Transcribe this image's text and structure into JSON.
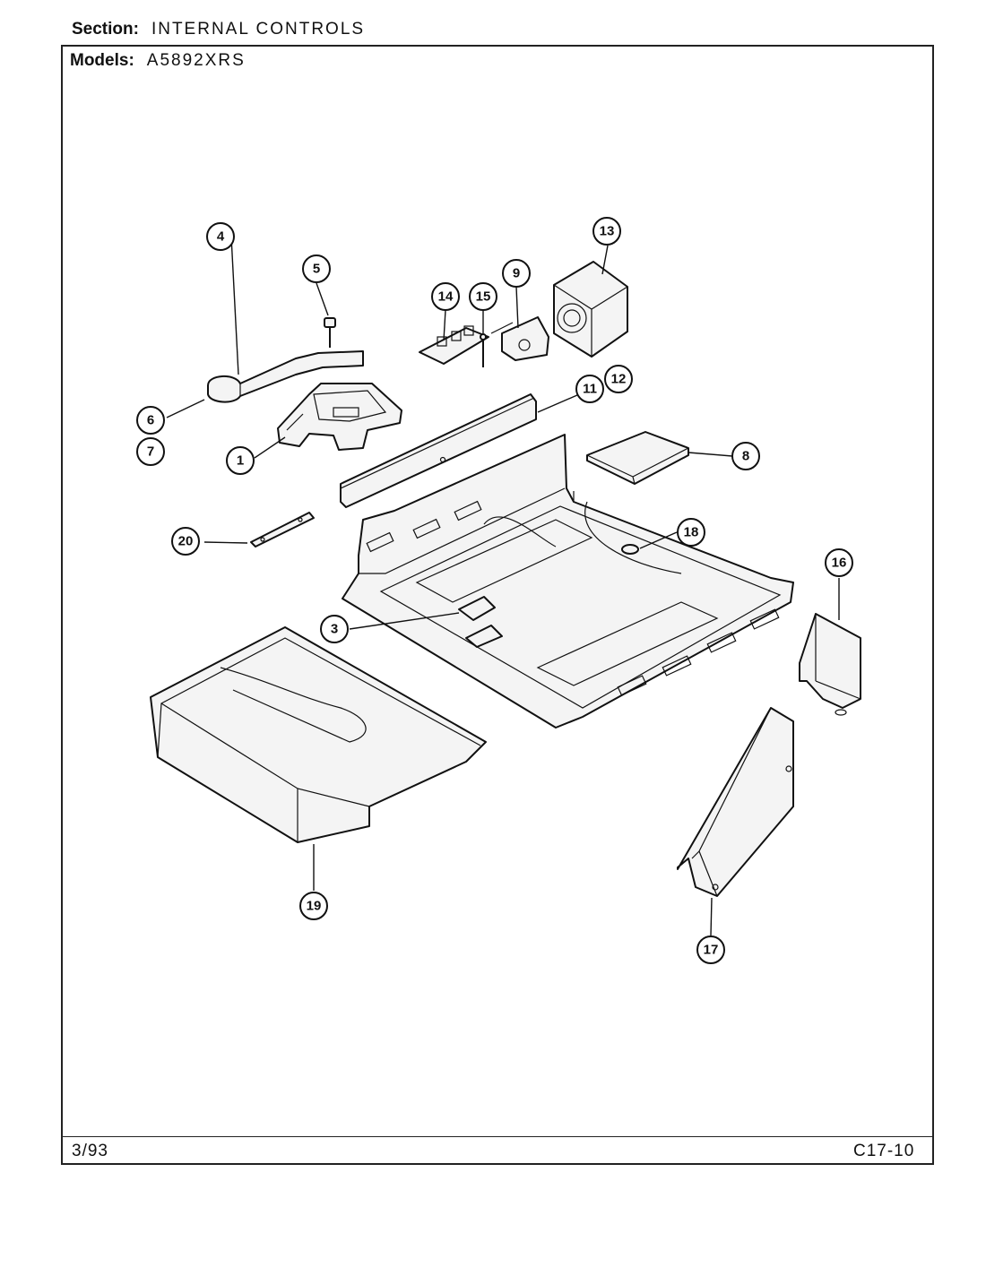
{
  "header": {
    "section_label": "Section:",
    "section_value": "INTERNAL CONTROLS",
    "models_label": "Models:",
    "models_value": "A5892XRS"
  },
  "footer": {
    "date": "3/93",
    "page_code": "C17-10"
  },
  "callouts": [
    "1",
    "3",
    "4",
    "5",
    "6",
    "7",
    "8",
    "9",
    "11",
    "12",
    "13",
    "14",
    "15",
    "16",
    "17",
    "18",
    "19",
    "20"
  ]
}
